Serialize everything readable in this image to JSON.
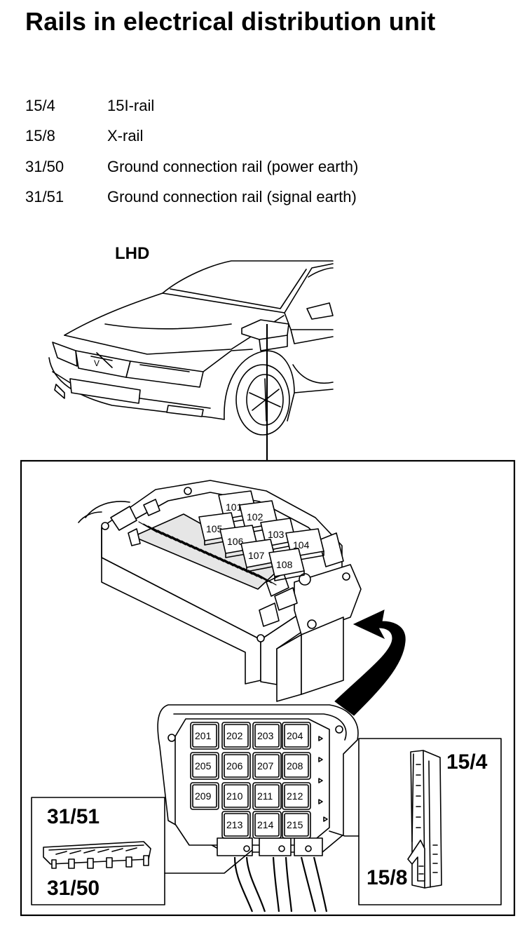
{
  "title": "Rails in electrical distribution unit",
  "legend": [
    {
      "code": "15/4",
      "desc": "15I-rail"
    },
    {
      "code": "15/8",
      "desc": "X-rail"
    },
    {
      "code": "31/50",
      "desc": "Ground connection rail (power earth)"
    },
    {
      "code": "31/51",
      "desc": "Ground connection rail (signal earth)"
    }
  ],
  "car_label": "LHD",
  "upper_relays": [
    "101",
    "102",
    "103",
    "104",
    "105",
    "106",
    "107",
    "108"
  ],
  "lower_relays": [
    "201",
    "202",
    "203",
    "204",
    "205",
    "206",
    "207",
    "208",
    "209",
    "210",
    "211",
    "212",
    "213",
    "214",
    "215"
  ],
  "inset_left": {
    "top_label": "31/51",
    "bottom_label": "31/50"
  },
  "inset_right": {
    "top_label": "15/4",
    "bottom_label": "15/8"
  }
}
